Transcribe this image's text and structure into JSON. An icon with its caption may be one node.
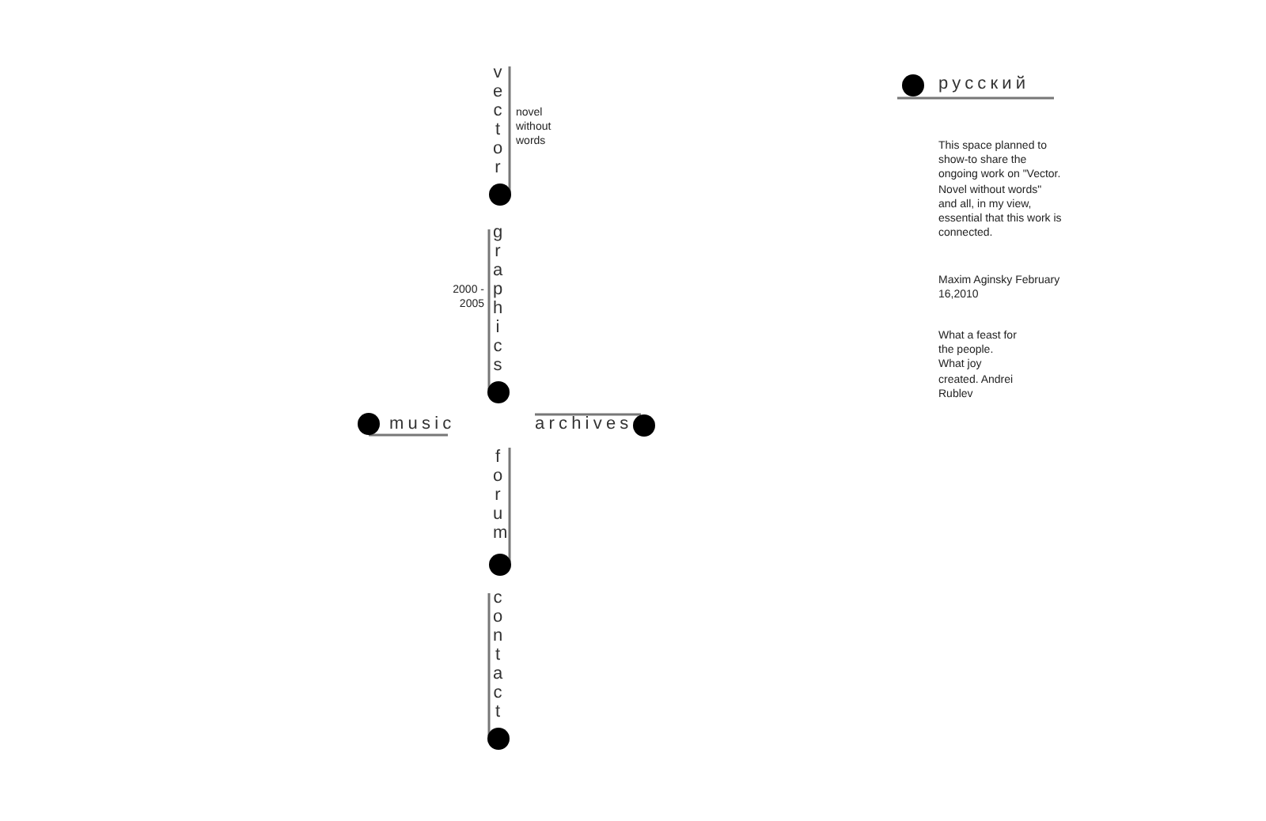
{
  "diagram": {
    "nodes": [
      {
        "text": [
          "vector"
        ],
        "beside": [
          "novel without words"
        ]
      },
      {
        "text": [
          "graphics"
        ],
        "beside": [
          "2000 - 2005"
        ]
      },
      {
        "text": [
          "music"
        ]
      },
      {
        "text": [
          "archives"
        ]
      },
      {
        "text": [
          "forum"
        ]
      },
      {
        "text": [
          "contact"
        ]
      },
      {
        "text": [
          "русский"
        ]
      }
    ],
    "labels": [
      "This space planned to show-to share the ongoing work on \"Vector. Novel without words\" and all, in my view, essential that this work is connected.",
      "Maxim Aginsky February 16,2010",
      "What a feast for the people. What joy created. Andrei Rublev"
    ]
  }
}
